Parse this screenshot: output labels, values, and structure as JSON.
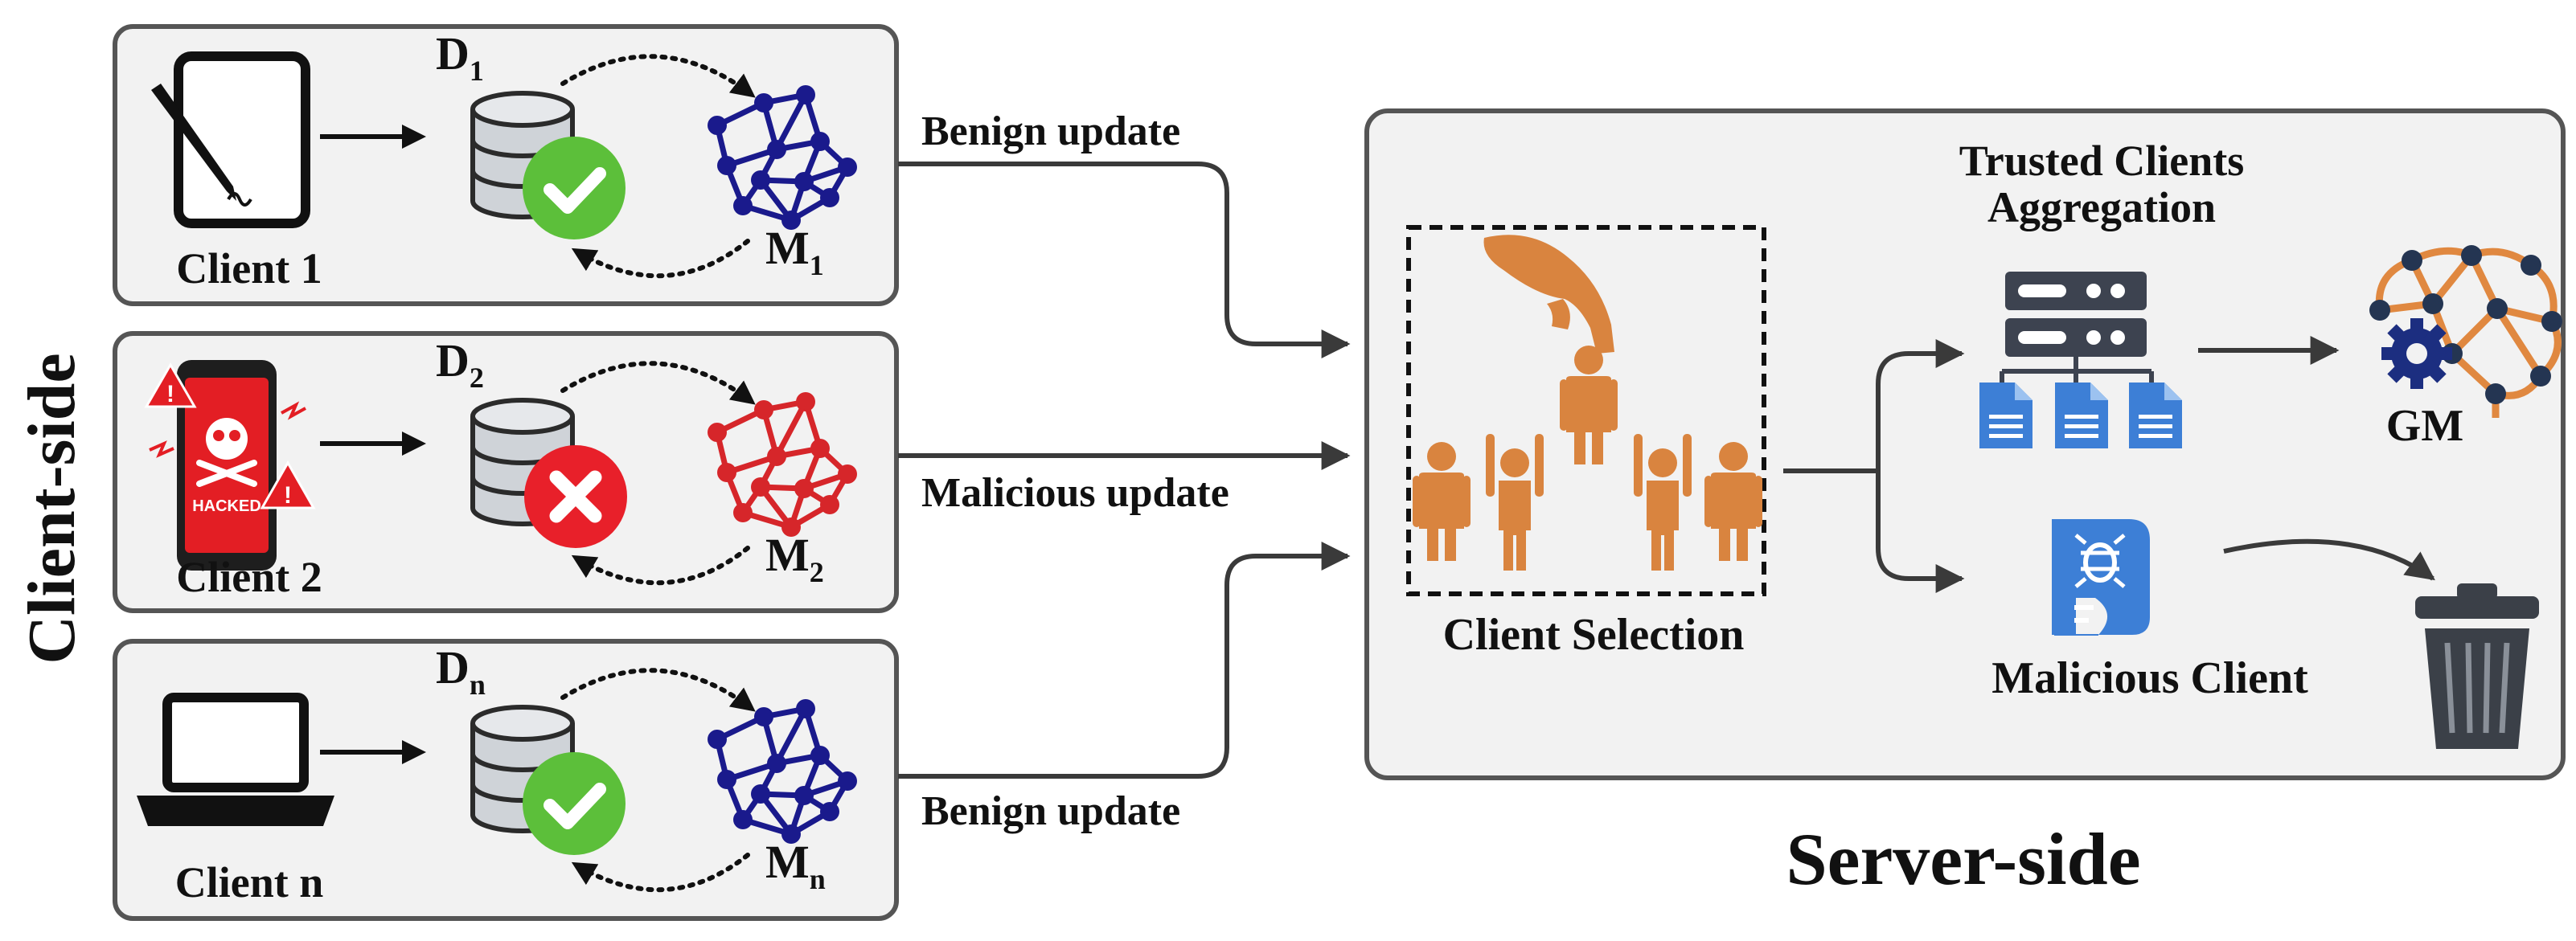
{
  "side_labels": {
    "client_side": "Client-side",
    "server_side": "Server-side"
  },
  "colors": {
    "panel_fill": "#f2f2f2",
    "panel_stroke": "#555555",
    "benign_network": "#1a1a8c",
    "malicious_network": "#d6262a",
    "check_green": "#5cbf3a",
    "cross_red": "#e8202a",
    "person_orange": "#d9843f",
    "doc_blue": "#3d7fd6",
    "server_dark": "#3d4350",
    "brain_orange": "#e08840",
    "brain_navy": "#243552",
    "gear_navy": "#1c2e80",
    "trash_dark": "#3b4048"
  },
  "clients": [
    {
      "name": "Client 1",
      "device_icon": "tablet-pen-icon",
      "dataset": {
        "base": "D",
        "sub": "1"
      },
      "model": {
        "base": "M",
        "sub": "1"
      },
      "status_icon": "check-icon",
      "status": "benign",
      "update_label": "Benign update"
    },
    {
      "name": "Client 2",
      "device_icon": "hacked-phone-icon",
      "device_text": "HACKED",
      "dataset": {
        "base": "D",
        "sub": "2"
      },
      "model": {
        "base": "M",
        "sub": "2"
      },
      "status_icon": "cross-icon",
      "status": "malicious",
      "update_label": "Malicious update"
    },
    {
      "name": "Client n",
      "device_icon": "laptop-icon",
      "dataset": {
        "base": "D",
        "sub": "n"
      },
      "model": {
        "base": "M",
        "sub": "n"
      },
      "status_icon": "check-icon",
      "status": "benign",
      "update_label": "Benign update"
    }
  ],
  "server": {
    "selection_label": "Client Selection",
    "aggregation_label_line1": "Trusted Clients",
    "aggregation_label_line2": "Aggregation",
    "global_model_label": "GM",
    "malicious_label": "Malicious Client",
    "icons": [
      "hand-picking-person-icon",
      "server-rack-icon",
      "document-icon",
      "brain-network-icon",
      "gear-icon",
      "bug-document-icon",
      "trash-bin-icon"
    ]
  }
}
